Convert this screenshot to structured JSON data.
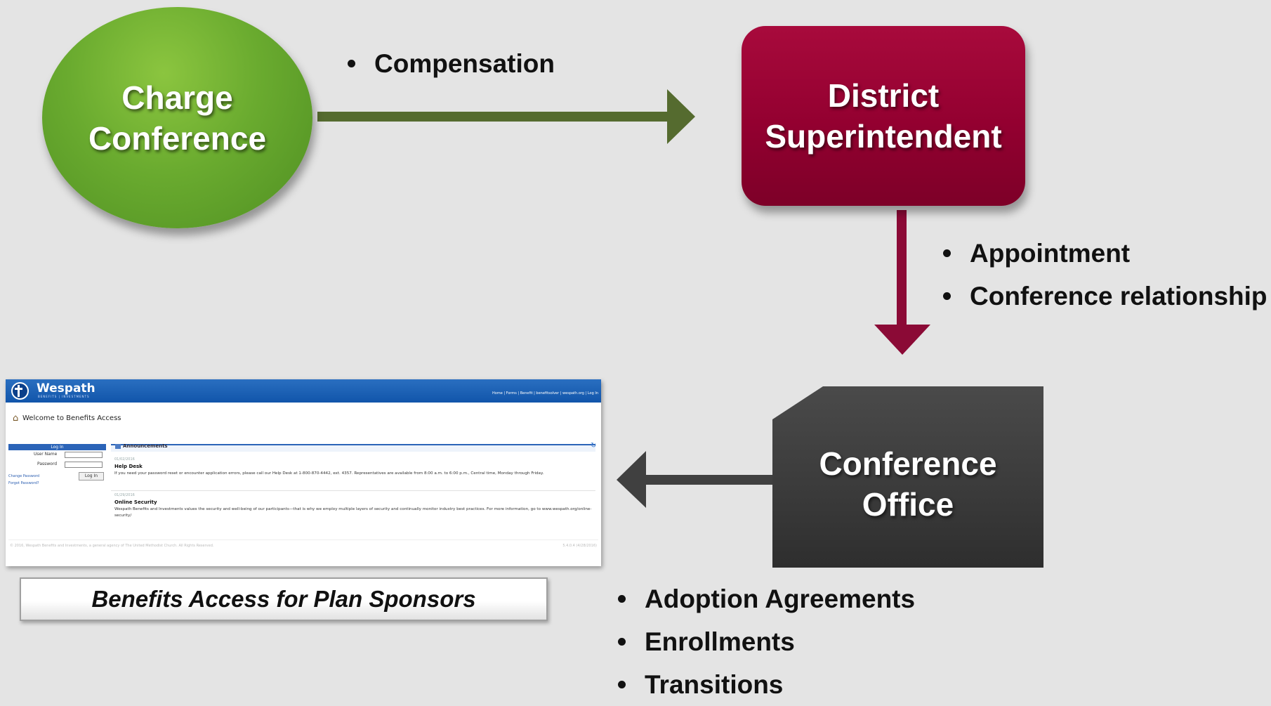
{
  "nodes": {
    "charge_conference": {
      "lines": [
        "Charge",
        "Conference"
      ],
      "color": "#6aab2f"
    },
    "district_superintendent": {
      "lines": [
        "District",
        "Superintendent"
      ],
      "color": "#930030"
    },
    "conference_office": {
      "lines": [
        "Conference",
        "Office"
      ],
      "color": "#3a3a3a"
    }
  },
  "edges": {
    "charge_to_district": {
      "color": "#556b2f",
      "labels": [
        "Compensation"
      ]
    },
    "district_to_office": {
      "color": "#8b0a36",
      "labels": [
        "Appointment",
        "Conference relationship"
      ]
    },
    "office_to_benefits": {
      "color": "#404040",
      "labels": [
        "Adoption Agreements",
        "Enrollments",
        "Transitions"
      ]
    }
  },
  "screenshot": {
    "brand": "Wespath",
    "tagline": "BENEFITS | INVESTMENTS",
    "nav": "Home | Forms | Benefit | benefitsolver | wespath.org | Log In",
    "welcome": "Welcome to Benefits Access",
    "login": {
      "title": "Log In",
      "user_label": "User Name",
      "password_label": "Password",
      "button": "Log In",
      "change_password": "Change Password",
      "forgot_password": "Forgot Password?"
    },
    "announcements": {
      "title": "Announcements",
      "items": [
        {
          "date": "01/02/2016",
          "heading": "Help Desk",
          "body": "If you need your password reset or encounter application errors, please call our Help Desk at 1-800-870-4442, ext. 4357. Representatives are available from 8:00 a.m. to 6:00 p.m., Central time, Monday through Friday."
        },
        {
          "date": "01/29/2016",
          "heading": "Online Security",
          "body": "Wespath Benefits and Investments values the security and well-being of our participants—that is why we employ multiple layers of security and continually monitor industry best practices. For more information, go to www.wespath.org/online-security/"
        }
      ]
    },
    "footer": "© 2016, Wespath Benefits and Investments, a general agency of The United Methodist Church. All Rights Reserved.",
    "version": "5.4.0.4 (4/28/2016)"
  },
  "caption": "Benefits Access for Plan Sponsors"
}
